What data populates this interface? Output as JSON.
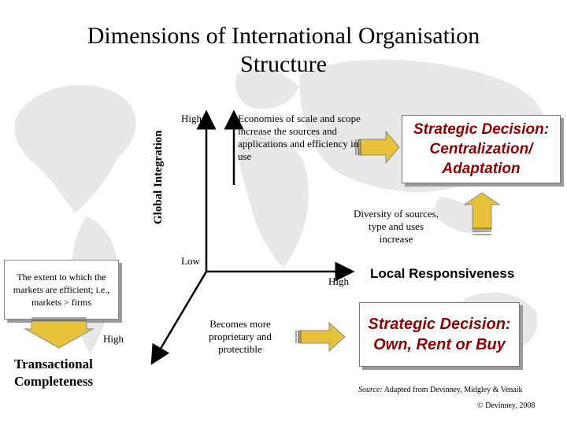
{
  "title": "Dimensions of International Organisation Structure",
  "axes": {
    "vertical_label": "Global Integration",
    "horizontal_label": "Local Responsiveness",
    "diagonal_label": "Transactional Completeness",
    "high_vertical": "High",
    "low_origin": "Low",
    "high_horizontal": "High",
    "high_diagonal": "High"
  },
  "notes": {
    "economies": "Economies of scale and scope increase the sources and applications and efficiency in use",
    "diversity": "Diversity of sources, type and uses increase",
    "proprietary": "Becomes more proprietary and protectible",
    "markets": "The extent to which the markets are efficient; i.e., markets > firms"
  },
  "decisions": {
    "top": "Strategic Decision: Centralization/ Adaptation",
    "bottom": "Strategic Decision: Own, Rent or Buy"
  },
  "source": {
    "label": "Source:",
    "text": "Adapted from Devinney, Midgley & Venaik"
  },
  "copyright": "© Devinney, 2008",
  "colors": {
    "decision_text": "#8b0000",
    "block_arrow_fill": "#e8c23a",
    "map_gray": "#e6e6e6"
  }
}
